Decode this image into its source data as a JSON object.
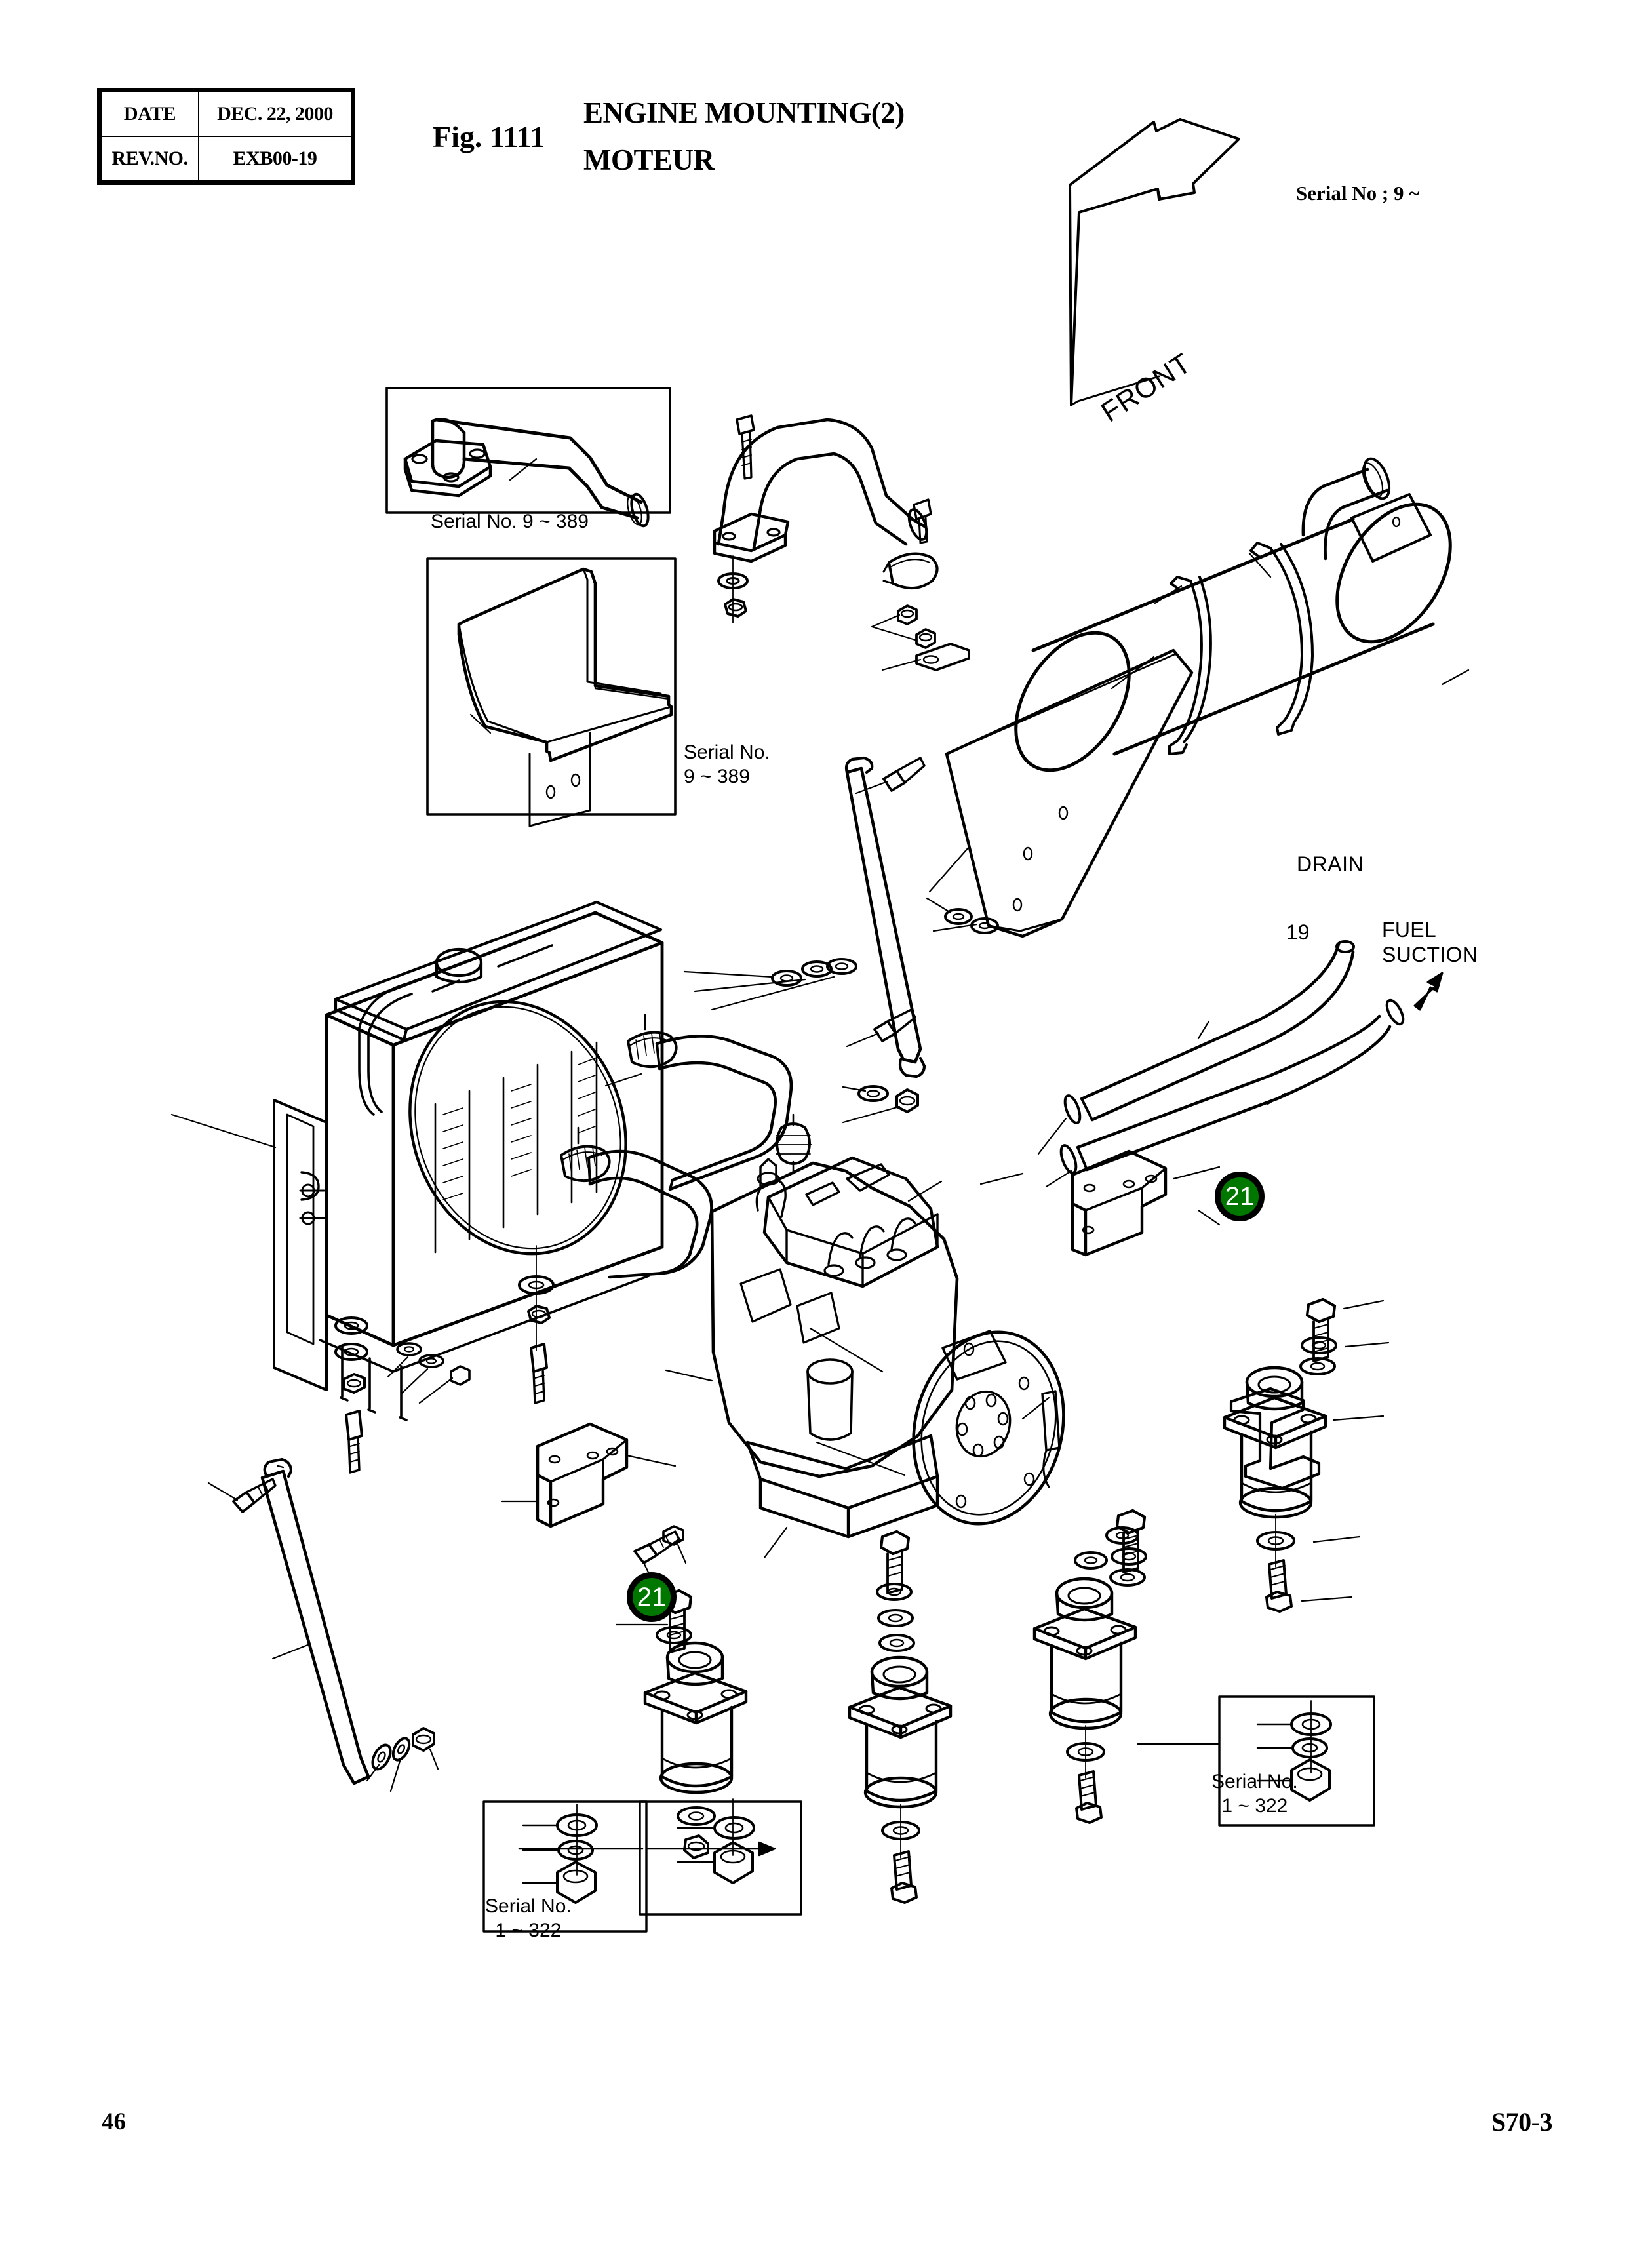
{
  "header": {
    "table": {
      "rows": [
        {
          "label": "DATE",
          "value": "DEC. 22, 2000"
        },
        {
          "label": "REV.NO.",
          "value": "EXB00-19"
        }
      ]
    },
    "figure_number": "Fig. 1111",
    "title_en": "ENGINE MOUNTING(2)",
    "title_fr": "MOTEUR",
    "serial_note": "Serial No ; 9 ~"
  },
  "footer": {
    "page_number": "46",
    "model": "S70-3"
  },
  "diagram": {
    "insets": [
      {
        "name": "exhaust-pipe-inset",
        "caption": "Serial No. 9 ~ 389"
      },
      {
        "name": "heat-shield-inset",
        "caption_line1": "Serial No.",
        "caption_line2": "9 ~ 389"
      },
      {
        "name": "mount-hardware-inset-left",
        "caption_line1": "Serial No.",
        "caption_line2": "1 ~ 322"
      },
      {
        "name": "mount-hardware-inset-right",
        "caption_line1": "Serial No.",
        "caption_line2": "1 ~ 322"
      }
    ],
    "labels": {
      "front_arrow": "FRONT",
      "drain": "DRAIN",
      "drain_item_number": "19",
      "fuel_suction_line1": "FUEL",
      "fuel_suction_line2": "SUCTION"
    },
    "callouts": [
      {
        "number": "21",
        "position": "upper-right-bolt"
      },
      {
        "number": "21",
        "position": "lower-left-bolt"
      }
    ],
    "colors": {
      "callout_fill": "#007800",
      "callout_text": "#ffffff",
      "callout_border": "#000000",
      "line": "#000000",
      "background": "#ffffff"
    }
  }
}
